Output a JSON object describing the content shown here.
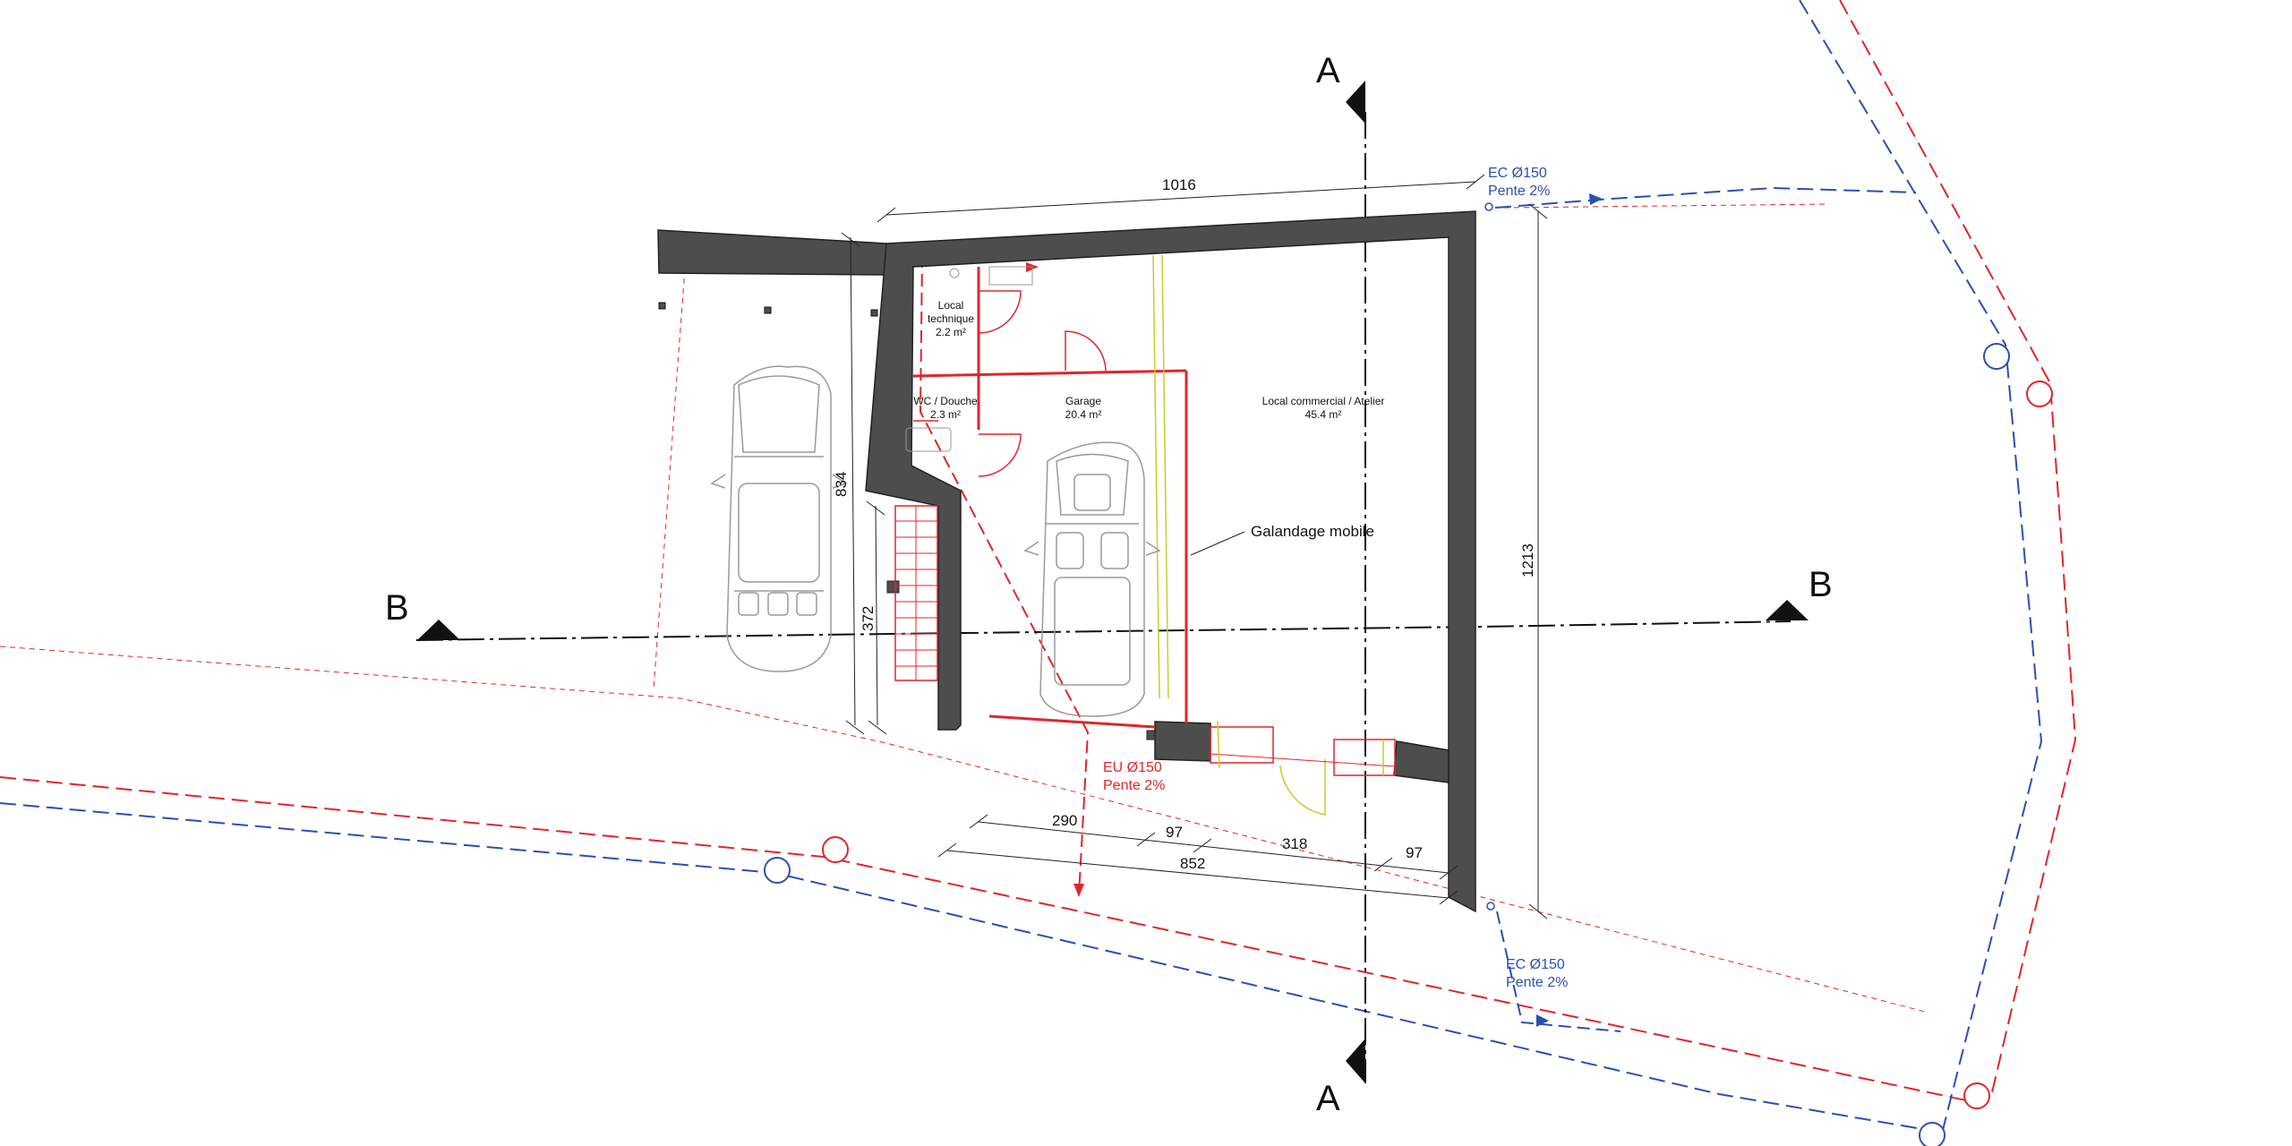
{
  "colors": {
    "wall": "#4d4d4d",
    "wall_outline": "#222222",
    "eu_red": "#e0262b",
    "ec_blue": "#2b4fb3",
    "section_line": "#111111",
    "yellow_line": "#c9cc2a",
    "car_outline": "#9a9a9a",
    "dim_line": "#222222"
  },
  "sections": {
    "a_top": "A",
    "a_bottom": "A",
    "b_left": "B",
    "b_right": "B"
  },
  "rooms": {
    "local_technique": {
      "name_line1": "Local",
      "name_line2": "technique",
      "area": "2.2 m²"
    },
    "wc_douche": {
      "name": "WC / Douche",
      "area": "2.3 m²"
    },
    "garage": {
      "name": "Garage",
      "area": "20.4 m²"
    },
    "local_commercial": {
      "name": "Local commercial / Atelier",
      "area": "45.4 m²"
    }
  },
  "annotations": {
    "galandage": "Galandage mobile"
  },
  "dimensions": {
    "top_width": "1016",
    "left_height": "834",
    "right_height": "1213",
    "stair_height": "372",
    "bottom_290": "290",
    "bottom_97a": "97",
    "bottom_318": "318",
    "bottom_97b": "97",
    "bottom_852": "852"
  },
  "pipes": {
    "ec_top": {
      "label": "EC Ø150",
      "slope": "Pente 2%"
    },
    "ec_bottom": {
      "label": "EC Ø150",
      "slope": "Pente 2%"
    },
    "eu": {
      "label": "EU Ø150",
      "slope": "Pente 2%"
    }
  },
  "icons": {
    "section_marker": "section-arrow-icon",
    "manhole": "manhole-circle-icon",
    "car": "car-topview-icon",
    "door_swing": "door-swing-icon",
    "flow_arrow": "flow-arrow-icon"
  }
}
